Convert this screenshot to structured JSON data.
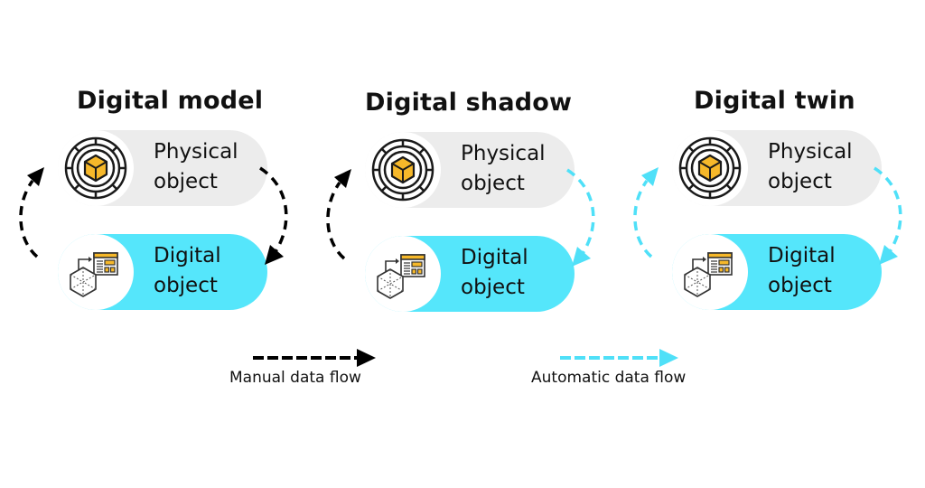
{
  "colors": {
    "manual": "#000000",
    "automatic": "#4fe0f8",
    "physical_bg": "#ececec",
    "digital_bg": "#55e6fb",
    "cube_fill": "#f6b82a"
  },
  "panels": [
    {
      "title": "Digital model",
      "physical": {
        "line1": "Physical",
        "line2": "object"
      },
      "digital": {
        "line1": "Digital",
        "line2": "object"
      },
      "flow_to_digital": "manual",
      "flow_to_physical": "manual"
    },
    {
      "title": "Digital shadow",
      "physical": {
        "line1": "Physical",
        "line2": "object"
      },
      "digital": {
        "line1": "Digital",
        "line2": "object"
      },
      "flow_to_digital": "automatic",
      "flow_to_physical": "manual"
    },
    {
      "title": "Digital twin",
      "physical": {
        "line1": "Physical",
        "line2": "object"
      },
      "digital": {
        "line1": "Digital",
        "line2": "object"
      },
      "flow_to_digital": "automatic",
      "flow_to_physical": "automatic"
    }
  ],
  "legend": {
    "manual": {
      "label": "Manual data flow",
      "icon": "dashed-arrow-black"
    },
    "automatic": {
      "label": "Automatic data flow",
      "icon": "dashed-arrow-cyan"
    }
  }
}
